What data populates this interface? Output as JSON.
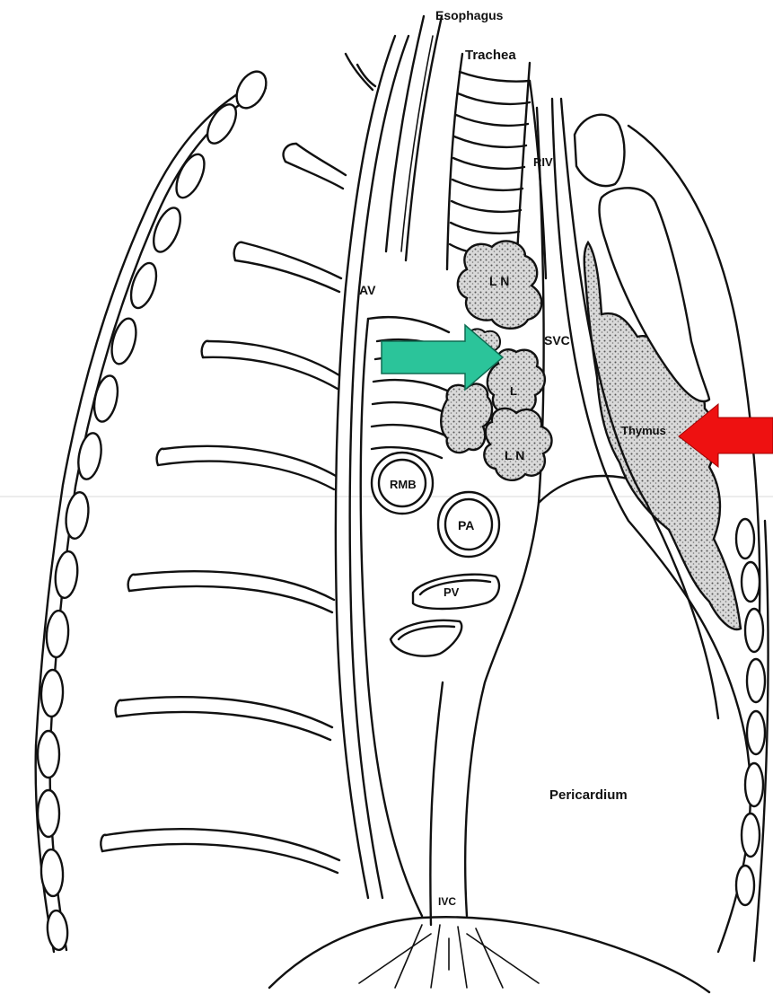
{
  "figure": {
    "labels": {
      "esophagus": "Esophagus",
      "trachea": "Trachea",
      "riv": "RIV",
      "av": "AV",
      "ln_upper": "L N",
      "svc": "SVC",
      "ln_mid": "L",
      "ln_lower": "L N",
      "rmb": "RMB",
      "thymus": "Thymus",
      "pa": "PA",
      "pv": "PV",
      "pericardium": "Pericardium",
      "ivc": "IVC"
    },
    "arrows": {
      "left_arrow_color": "#2bc49a",
      "right_arrow_color": "#ee1111"
    },
    "stipple_color": "#bdbdbd",
    "divider_line_color": "#e6e6e6"
  }
}
